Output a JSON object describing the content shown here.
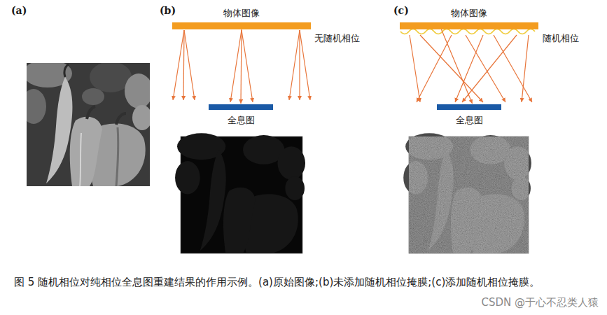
{
  "diagram": {
    "caption": "图 5 随机相位对纯相位全息图重建结果的作用示例。(a)原始图像;(b)未添加随机相位掩膜;(c)添加随机相位掩膜。",
    "nodes": [
      {
        "text": [
          "物体图像"
        ]
      },
      {
        "text": [
          "全息图"
        ]
      },
      {
        "text": [
          "物体图像"
        ]
      },
      {
        "text": [
          "全息图"
        ]
      }
    ],
    "edges": [
      {
        "from": 0,
        "to": 1,
        "arrow": "to"
      },
      {
        "from": 2,
        "to": 3,
        "arrow": "to"
      }
    ],
    "labels": [
      "(a)",
      "(b)",
      "(c)",
      "无随机相位",
      "随机相位",
      "CSDN @于心不忍类人猿"
    ]
  }
}
